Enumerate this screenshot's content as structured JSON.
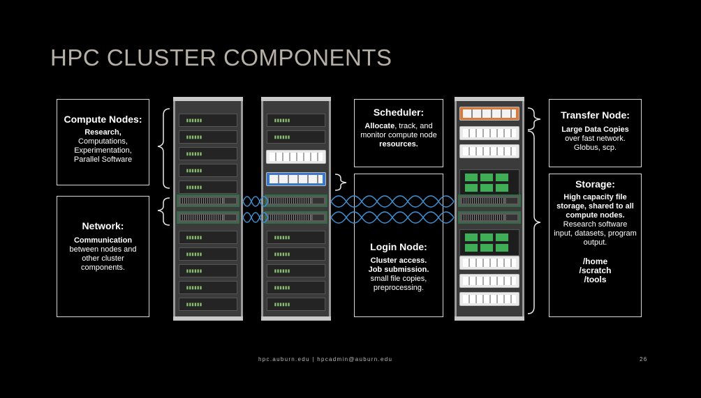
{
  "title": "HPC CLUSTER COMPONENTS",
  "boxes": {
    "compute": {
      "heading": "Compute Nodes:",
      "bold": "Research,",
      "text": "Computations, Experimentation, Parallel Software"
    },
    "network": {
      "heading": "Network:",
      "bold": "Communication",
      "text": "between nodes and other cluster components."
    },
    "scheduler": {
      "heading": "Scheduler:",
      "bold1": "Allocate",
      "text1": ", track, and monitor compute node ",
      "bold2": "resources."
    },
    "login": {
      "heading": "Login Node:",
      "bold1": "Cluster access.",
      "bold2": "Job submission.",
      "text": "small file copies, preprocessing."
    },
    "transfer": {
      "heading": "Transfer Node:",
      "bold": "Large Data Copies",
      "text": "over fast network. Globus, scp."
    },
    "storage": {
      "heading": "Storage:",
      "bold": "High capacity file storage, shared to all compute nodes.",
      "text": "Research software input, datasets, program output.",
      "paths": [
        "/home",
        "/scratch",
        "/tools"
      ]
    }
  },
  "footer": {
    "contact": "hpc.auburn.edu | hpcadmin@auburn.edu",
    "page": "26"
  },
  "led_pattern": "▮▮▮▮▮▮",
  "colors": {
    "background": "#000000",
    "title": "#b6b0a6",
    "wave": "#3f8fd0",
    "switch_outline": "#2e6e45",
    "led": "#88c070"
  }
}
